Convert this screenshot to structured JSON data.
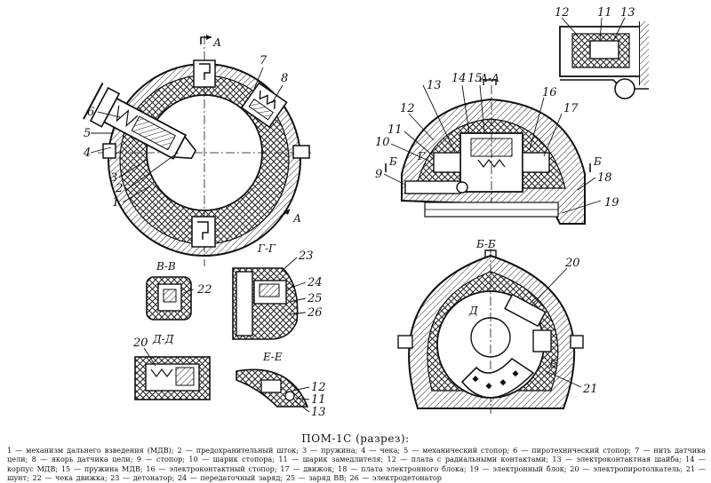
{
  "figure": {
    "caption_title": "ПОМ-1С (разрез):",
    "caption_legend": "1 — механизм дальнего взведения (МДВ); 2 — предохранительный шток; 3 — пружина; 4 — чека; 5 — механический стопор; 6 — пиротехнический стопор; 7 — нить датчика цели; 8 — якорь датчика цели; 9 — стопор; 10 — шарик стопора; 11 — шарик замедлителя; 12 — плата с радиальными контактами; 13 — электроконтактная шайба; 14 — корпус МДВ; 15 — пружина МДВ; 16 — электроконтактный стопор; 17 — движок; 18 — плата электронного блока; 19 — электронный блок; 20 — электропиротолкатель; 21 — шунт; 22 — чека движка; 23 — детонатор; 24 — передаточный заряд; 25 — заряд ВВ; 26 — электродетонатор"
  },
  "sections": {
    "aa": "А-А",
    "bb": "Б-Б",
    "vv": "В-В",
    "gg": "Г-Г",
    "dd": "Д-Д",
    "ee": "Е-Е",
    "a_mark": "А",
    "b_mark": "Б",
    "g_mark": "Г",
    "d_mark": "Д",
    "e_mark": "Е"
  },
  "callouts": {
    "n1": "1",
    "n2": "2",
    "n3": "3",
    "n4": "4",
    "n5": "5",
    "n6": "6",
    "n7": "7",
    "n8": "8",
    "n9": "9",
    "n10": "10",
    "n11": "11",
    "n12": "12",
    "n13": "13",
    "n14": "14",
    "n15": "15",
    "n16": "16",
    "n17": "17",
    "n18": "18",
    "n19": "19",
    "n20": "20",
    "n21": "21",
    "n22": "22",
    "n23": "23",
    "n24": "24",
    "n25": "25",
    "n26": "26"
  }
}
